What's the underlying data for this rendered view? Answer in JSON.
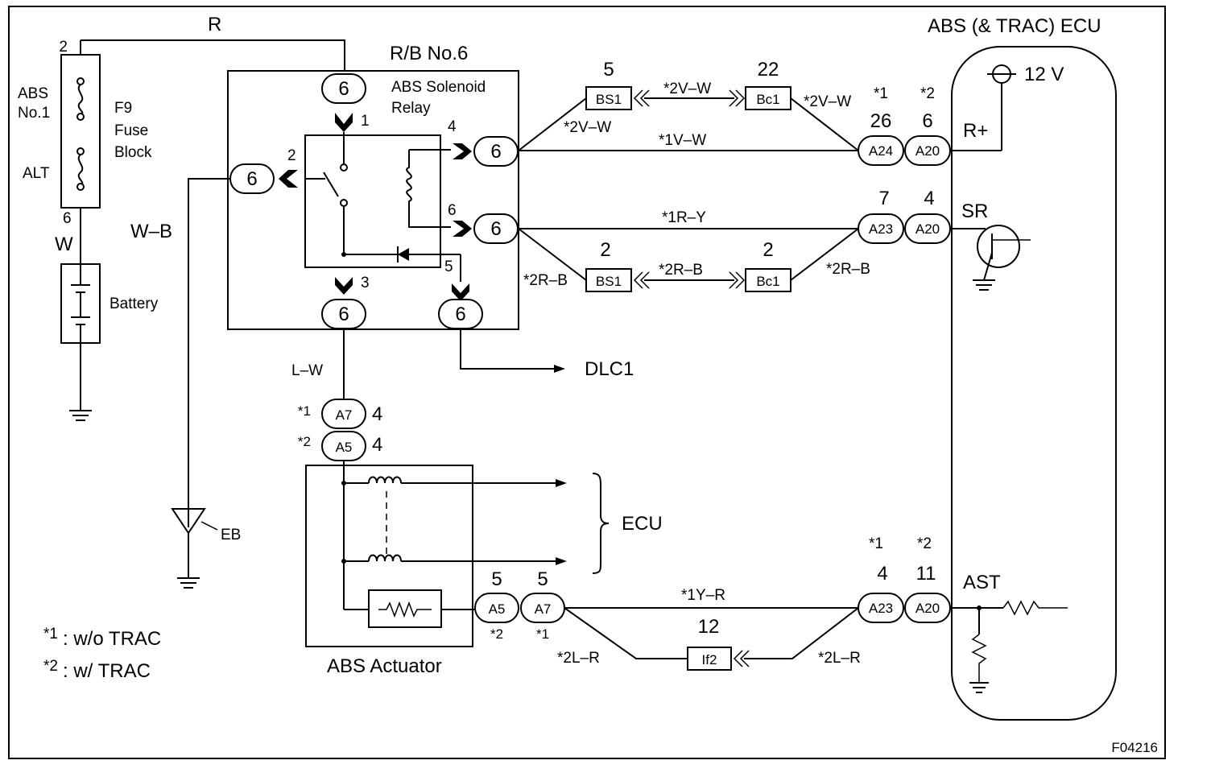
{
  "figure_id": "F04216",
  "ecu": {
    "title": "ABS (& TRAC) ECU",
    "supply": "12 V",
    "r_plus": "R+",
    "sr": "SR",
    "ast": "AST"
  },
  "fuse_block": {
    "pin_top": "2",
    "pin_bottom": "6",
    "abs_fuse_1": "ABS",
    "abs_fuse_2": "No.1",
    "name_1": "F9",
    "name_2": "Fuse",
    "name_3": "Block",
    "alt": "ALT"
  },
  "battery": {
    "label": "Battery"
  },
  "ground": {
    "eb": "EB"
  },
  "relay_box": {
    "title": "R/B No.6",
    "relay_1": "ABS Solenoid",
    "relay_2": "Relay",
    "connector": "6",
    "pins": {
      "p1": "1",
      "p2": "2",
      "p3": "3",
      "p4": "4",
      "p5": "5",
      "p6": "6"
    }
  },
  "wires": {
    "r": "R",
    "w": "W",
    "wb": "W–B",
    "lw": "L–W"
  },
  "dlc": "DLC1",
  "notes": {
    "n1_mark": "*1",
    "n1_text": ": w/o TRAC",
    "n2_mark": "*2",
    "n2_text": ": w/ TRAC",
    "mark1": "*1",
    "mark2": "*2"
  },
  "junctions": {
    "bs1_top": {
      "pin": "5",
      "name": "BS1"
    },
    "bc1_top": {
      "pin": "22",
      "name": "Bc1"
    },
    "bs1_bot": {
      "pin": "2",
      "name": "BS1"
    },
    "bc1_bot": {
      "pin": "2",
      "name": "Bc1"
    },
    "if2": {
      "pin": "12",
      "name": "If2"
    }
  },
  "wire_labels": {
    "vw2_a": "*2V–W",
    "vw2_b": "*2V–W",
    "vw2_c": "*2V–W",
    "vw1": "*1V–W",
    "ry1": "*1R–Y",
    "rb2_a": "*2R–B",
    "rb2_b": "*2R–B",
    "rb2_c": "*2R–B",
    "yr1": "*1Y–R",
    "lr2_a": "*2L–R",
    "lr2_b": "*2L–R"
  },
  "ecu_connectors": {
    "row1": {
      "a": "A24",
      "a_pin": "26",
      "b": "A20",
      "b_pin": "6"
    },
    "row2": {
      "a": "A23",
      "a_pin": "7",
      "b": "A20",
      "b_pin": "4"
    },
    "row3": {
      "a": "A23",
      "a_pin": "4",
      "b": "A20",
      "b_pin": "11"
    }
  },
  "actuator": {
    "label": "ABS Actuator",
    "top_a": {
      "name": "A7",
      "pin": "4",
      "mark": "*1"
    },
    "top_b": {
      "name": "A5",
      "pin": "4",
      "mark": "*2"
    },
    "out_a": {
      "name": "A5",
      "pin": "5",
      "mark": "*2"
    },
    "out_b": {
      "name": "A7",
      "pin": "5",
      "mark": "*1"
    },
    "ecu_ref": "ECU"
  }
}
